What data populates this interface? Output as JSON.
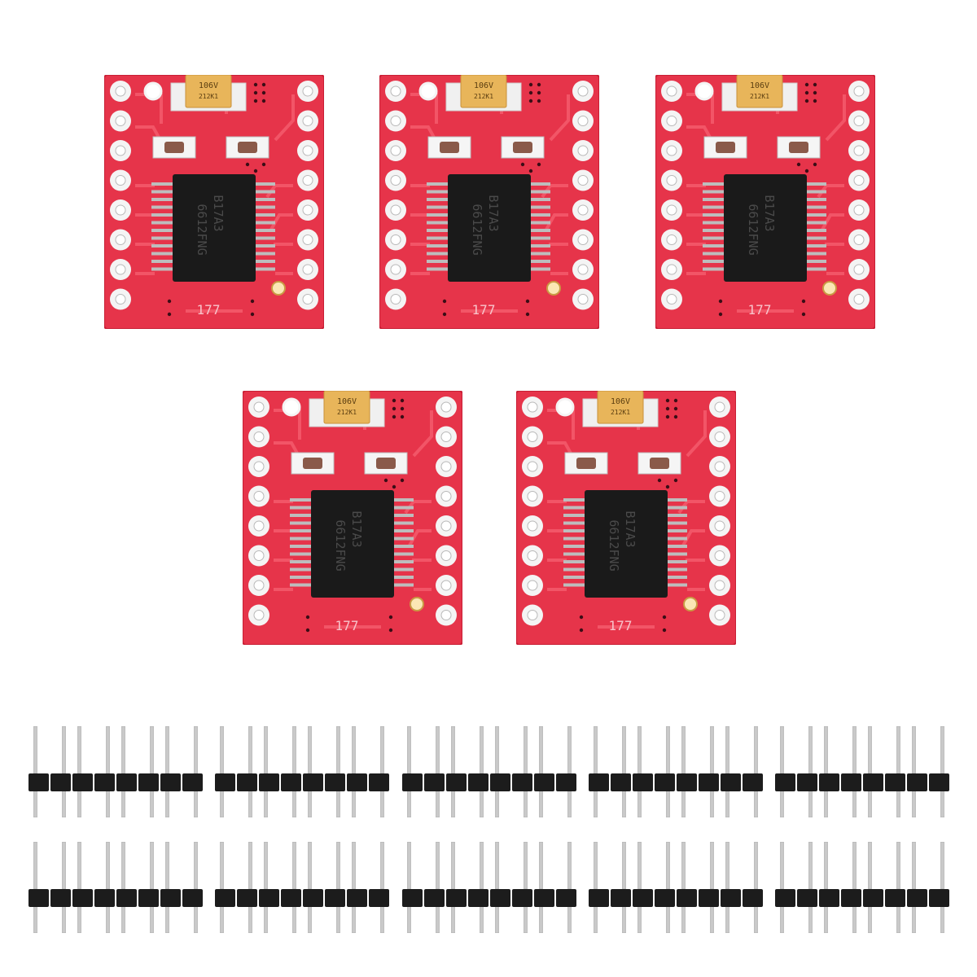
{
  "product_photo": {
    "board_count": 5,
    "header_strip_count": 10,
    "pins_per_header": 8,
    "colors": {
      "background": "#ffffff",
      "pcb": "#e6344a",
      "pcb_dark": "#c81f35",
      "trace": "#f25567",
      "pad_ring": "#f4f4f4",
      "chip": "#1a1a1a",
      "capacitor": "#e8b55a",
      "pin_metal": "#c9c9c9",
      "header_plastic": "#1c1c1c"
    },
    "boards": [
      {
        "capacitor_text_1": "106V",
        "capacitor_text_2": "212K1",
        "chip_text_1": "B17A3",
        "chip_text_2": "6612FNG",
        "board_mark": "177"
      },
      {
        "capacitor_text_1": "106V",
        "capacitor_text_2": "212K1",
        "chip_text_1": "B17A3",
        "chip_text_2": "6612FNG",
        "board_mark": "177"
      },
      {
        "capacitor_text_1": "106V",
        "capacitor_text_2": "212K1",
        "chip_text_1": "B17A3",
        "chip_text_2": "6612FNG",
        "board_mark": "177"
      },
      {
        "capacitor_text_1": "106V",
        "capacitor_text_2": "212K1",
        "chip_text_1": "B17A3",
        "chip_text_2": "6612FNG",
        "board_mark": "177"
      },
      {
        "capacitor_text_1": "106V",
        "capacitor_text_2": "212K1",
        "chip_text_1": "B17A3",
        "chip_text_2": "6612FNG",
        "board_mark": "177"
      }
    ]
  }
}
